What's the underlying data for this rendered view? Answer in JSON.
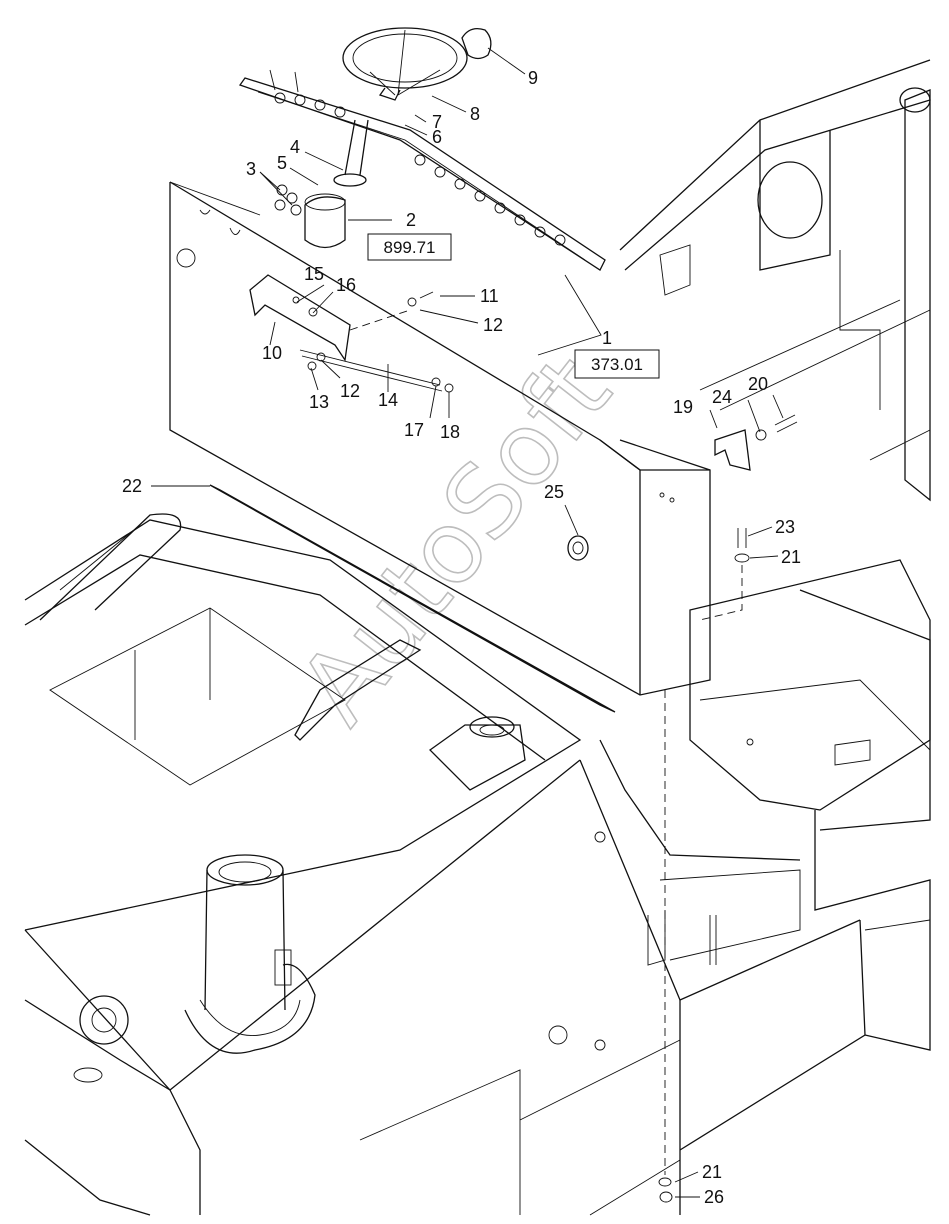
{
  "watermark": "AutoSoft",
  "callouts": [
    "1",
    "2",
    "3",
    "4",
    "5",
    "6",
    "7",
    "8",
    "9",
    "10",
    "11",
    "12",
    "12",
    "13",
    "14",
    "15",
    "16",
    "17",
    "18",
    "19",
    "20",
    "21",
    "21",
    "22",
    "23",
    "24",
    "25",
    "26"
  ],
  "references": [
    "899.71",
    "373.01"
  ]
}
